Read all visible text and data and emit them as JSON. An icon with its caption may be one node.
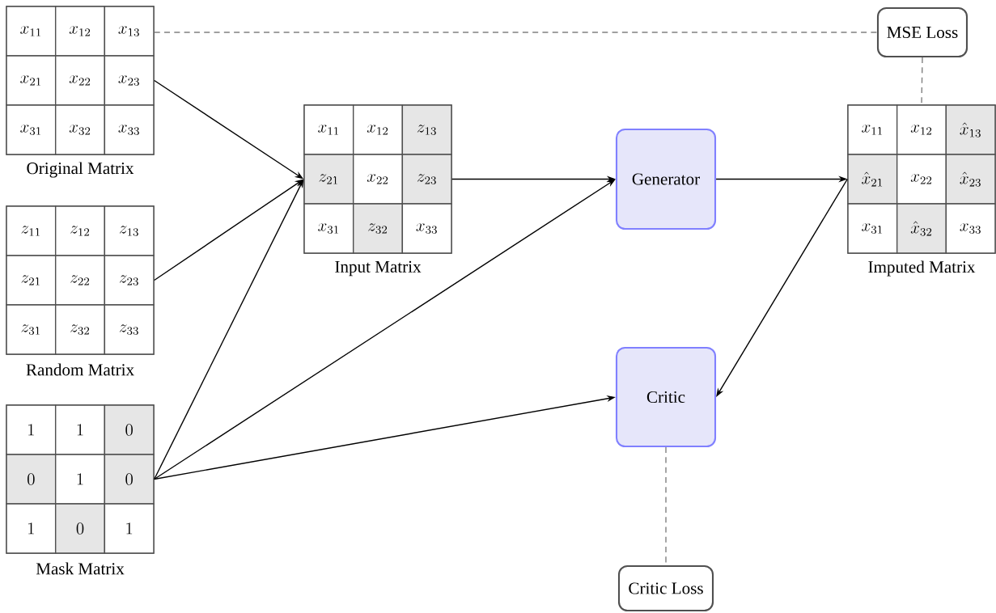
{
  "diagram": {
    "nodes": [
      {
        "text": [
          "x_{11}",
          "x_{12}",
          "x_{13}",
          "x_{21}",
          "x_{22}",
          "x_{23}",
          "x_{31}",
          "x_{32}",
          "x_{33}"
        ],
        "beside": [
          "Original Matrix"
        ]
      },
      {
        "text": [
          "z_{11}",
          "z_{12}",
          "z_{13}",
          "z_{21}",
          "z_{22}",
          "z_{23}",
          "z_{31}",
          "z_{32}",
          "z_{33}"
        ],
        "beside": [
          "Random Matrix"
        ]
      },
      {
        "text": [
          "1",
          "1",
          "0",
          "0",
          "1",
          "0",
          "1",
          "0",
          "1"
        ],
        "beside": [
          "Mask Matrix"
        ]
      },
      {
        "text": [
          "x_{11}",
          "x_{12}",
          "z_{13}",
          "z_{21}",
          "x_{22}",
          "z_{23}",
          "x_{31}",
          "z_{32}",
          "x_{33}"
        ],
        "beside": [
          "Input Matrix"
        ]
      },
      {
        "text": [
          "Generator"
        ]
      },
      {
        "text": [
          "x_{11}",
          "x_{12}",
          "\\hat{x}_{13}",
          "\\hat{x}_{21}",
          "x_{22}",
          "\\hat{x}_{23}",
          "x_{31}",
          "\\hat{x}_{32}",
          "x_{33}"
        ],
        "beside": [
          "Imputed Matrix"
        ]
      },
      {
        "text": [
          "MSE Loss"
        ]
      },
      {
        "text": [
          "Critic"
        ]
      },
      {
        "text": [
          "Critic Loss"
        ]
      }
    ],
    "edges": [
      {
        "from": 0,
        "to": 3,
        "arrow": "to"
      },
      {
        "from": 1,
        "to": 3,
        "arrow": "to"
      },
      {
        "from": 2,
        "to": 3,
        "arrow": "to"
      },
      {
        "from": 2,
        "to": 4,
        "arrow": "to"
      },
      {
        "from": 2,
        "to": 7,
        "arrow": "to"
      },
      {
        "from": 3,
        "to": 4,
        "arrow": "to"
      },
      {
        "from": 4,
        "to": 5,
        "arrow": "to"
      },
      {
        "from": 5,
        "to": 7,
        "arrow": "to"
      },
      {
        "from": 0,
        "to": 6,
        "arrow": "none",
        "style": "dashed",
        "color": "#808080"
      },
      {
        "from": 6,
        "to": 5,
        "arrow": "none",
        "style": "dashed",
        "color": "#808080"
      },
      {
        "from": 7,
        "to": 8,
        "arrow": "none",
        "style": "dashed",
        "color": "#808080"
      }
    ]
  }
}
